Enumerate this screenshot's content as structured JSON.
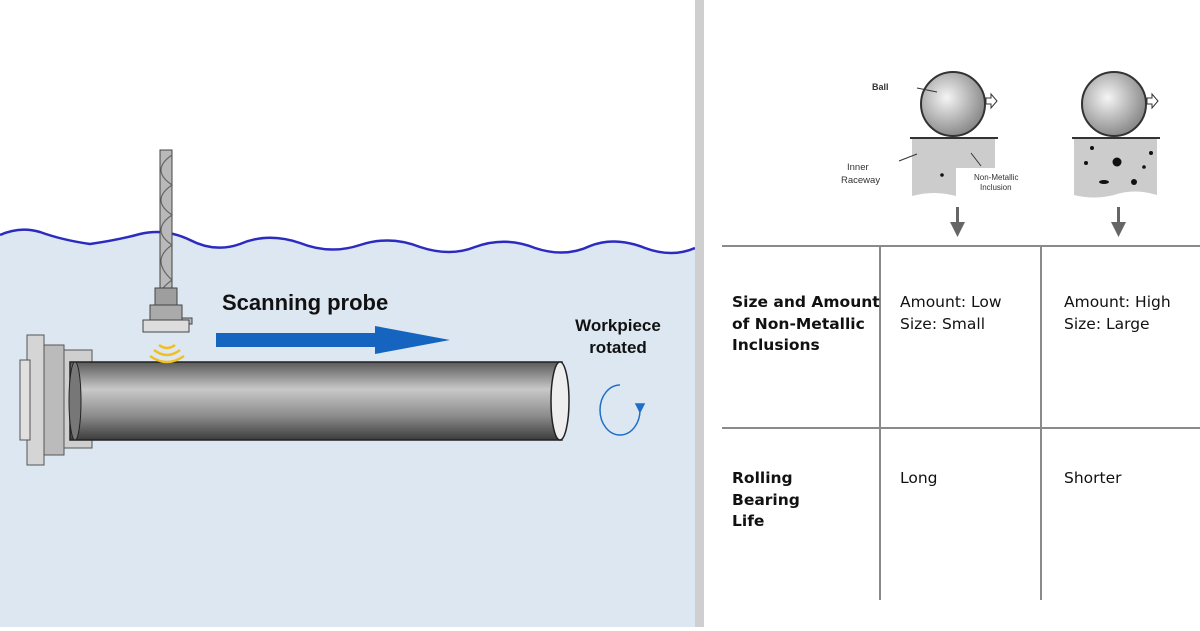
{
  "left_diagram": {
    "probe_label": "Scanning probe",
    "rotation_label_line1": "Workpiece",
    "rotation_label_line2": "rotated",
    "colors": {
      "water": "#dde7f1",
      "wave": "#2b2bbf",
      "arrow": "#1565c0",
      "signal": "#f0c020"
    }
  },
  "bearing_illustration": {
    "ball_label": "Ball",
    "raceway_label_line1": "Inner",
    "raceway_label_line2": "Raceway",
    "inclusion_label_line1": "Non-Metallic",
    "inclusion_label_line2": "Inclusion"
  },
  "table": {
    "rows": [
      {
        "header": [
          "Size and Amount",
          "of Non-Metallic",
          "Inclusions"
        ],
        "low": [
          "Amount: Low",
          "Size: Small"
        ],
        "high": [
          "Amount: High",
          "Size: Large"
        ]
      },
      {
        "header": [
          "Rolling",
          "Bearing",
          "Life"
        ],
        "low": [
          "Long"
        ],
        "high": [
          "Shorter"
        ]
      }
    ]
  }
}
